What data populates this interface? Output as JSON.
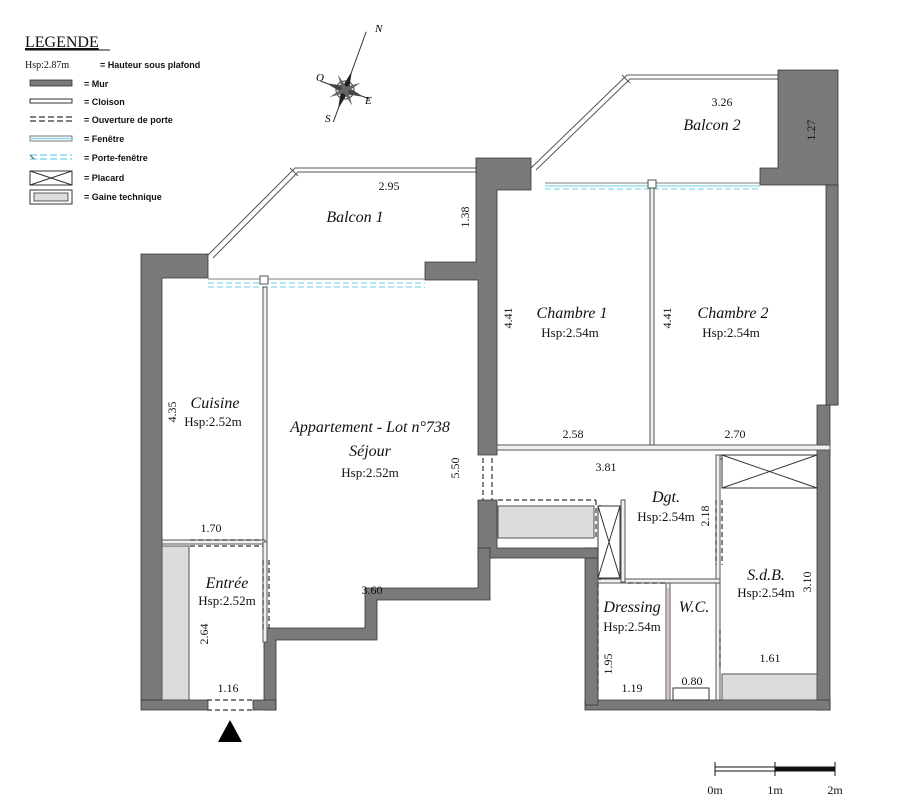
{
  "legend": {
    "title": "LEGENDE",
    "items": [
      {
        "key": "Hsp:2.87m",
        "label": "= Hauteur sous plafond",
        "icon": "text"
      },
      {
        "key": "",
        "label": "= Mur",
        "icon": "wall"
      },
      {
        "key": "",
        "label": "= Cloison",
        "icon": "partition"
      },
      {
        "key": "",
        "label": "= Ouverture de porte",
        "icon": "door-opening"
      },
      {
        "key": "",
        "label": "= Fenêtre",
        "icon": "window"
      },
      {
        "key": "",
        "label": "= Porte-fenêtre",
        "icon": "french-window"
      },
      {
        "key": "",
        "label": "= Placard",
        "icon": "closet"
      },
      {
        "key": "",
        "label": "= Gaine technique",
        "icon": "technical-duct"
      }
    ]
  },
  "compass": {
    "n": "N",
    "o": "O",
    "e": "E",
    "s": "S"
  },
  "title": {
    "line1": "Appartement - Lot n°738",
    "line2": "Séjour",
    "line3": "Hsp:2.52m"
  },
  "rooms": {
    "balcon1": {
      "name": "Balcon 1"
    },
    "balcon2": {
      "name": "Balcon 2"
    },
    "cuisine": {
      "name": "Cuisine",
      "hsp": "Hsp:2.52m"
    },
    "chambre1": {
      "name": "Chambre 1",
      "hsp": "Hsp:2.54m"
    },
    "chambre2": {
      "name": "Chambre 2",
      "hsp": "Hsp:2.54m"
    },
    "entree": {
      "name": "Entrée",
      "hsp": "Hsp:2.52m"
    },
    "dgt": {
      "name": "Dgt.",
      "hsp": "Hsp:2.54m"
    },
    "dressing": {
      "name": "Dressing",
      "hsp": "Hsp:2.54m"
    },
    "wc": {
      "name": "W.C."
    },
    "sdb": {
      "name": "S.d.B.",
      "hsp": "Hsp:2.54m"
    }
  },
  "dims": {
    "balcon2_w": "3.26",
    "balcon2_h": "1.27",
    "balcon1_w": "2.95",
    "balcon1_h": "1.38",
    "ch1_h": "4.41",
    "ch2_h": "4.41",
    "cuisine_h": "4.35",
    "ch1_w": "2.58",
    "ch2_w": "2.70",
    "sejour_h": "5.50",
    "couloir_w": "3.81",
    "dgt_h": "2.18",
    "cuisine_w": "1.70",
    "sejour_w": "3.60",
    "sdb_h": "3.10",
    "entree_h": "2.64",
    "sdb_w": "1.61",
    "dressing_h": "1.95",
    "dressing_w": "1.19",
    "wc_w": "0.80",
    "entree_w": "1.16"
  },
  "scale": {
    "labels": [
      "0m",
      "1m",
      "2m"
    ]
  }
}
